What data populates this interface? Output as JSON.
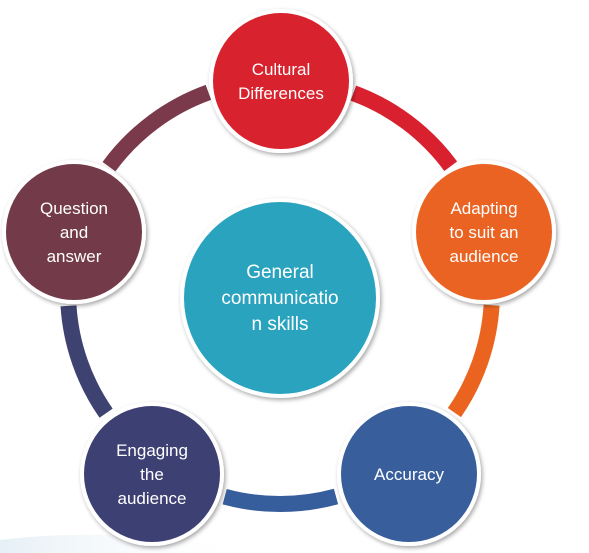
{
  "diagram": {
    "center": {
      "lines": [
        "General",
        "communicatio",
        "n skills"
      ],
      "color": "#2BA3BF"
    },
    "nodes": [
      {
        "id": "cultural-differences",
        "lines": [
          "Cultural",
          "Differences"
        ],
        "color": "#D8202E"
      },
      {
        "id": "adapting",
        "lines": [
          "Adapting",
          "to suit an",
          "audience"
        ],
        "color": "#EA6420"
      },
      {
        "id": "accuracy",
        "lines": [
          "Accuracy"
        ],
        "color": "#375E9C"
      },
      {
        "id": "engaging",
        "lines": [
          "Engaging",
          "the",
          "audience"
        ],
        "color": "#3E3F72"
      },
      {
        "id": "question-answer",
        "lines": [
          "Question",
          "and",
          "answer"
        ],
        "color": "#733A4A"
      }
    ],
    "connectors": [
      {
        "from": "cultural-differences",
        "to": "adapting",
        "color": "#D8202E"
      },
      {
        "from": "adapting",
        "to": "accuracy",
        "color": "#EA6420"
      },
      {
        "from": "accuracy",
        "to": "engaging",
        "color": "#375E9C"
      },
      {
        "from": "engaging",
        "to": "question-answer",
        "color": "#3E4270"
      },
      {
        "from": "question-answer",
        "to": "cultural-differences",
        "color": "#7A3A4C"
      }
    ],
    "ring_color": "#ffffff"
  }
}
